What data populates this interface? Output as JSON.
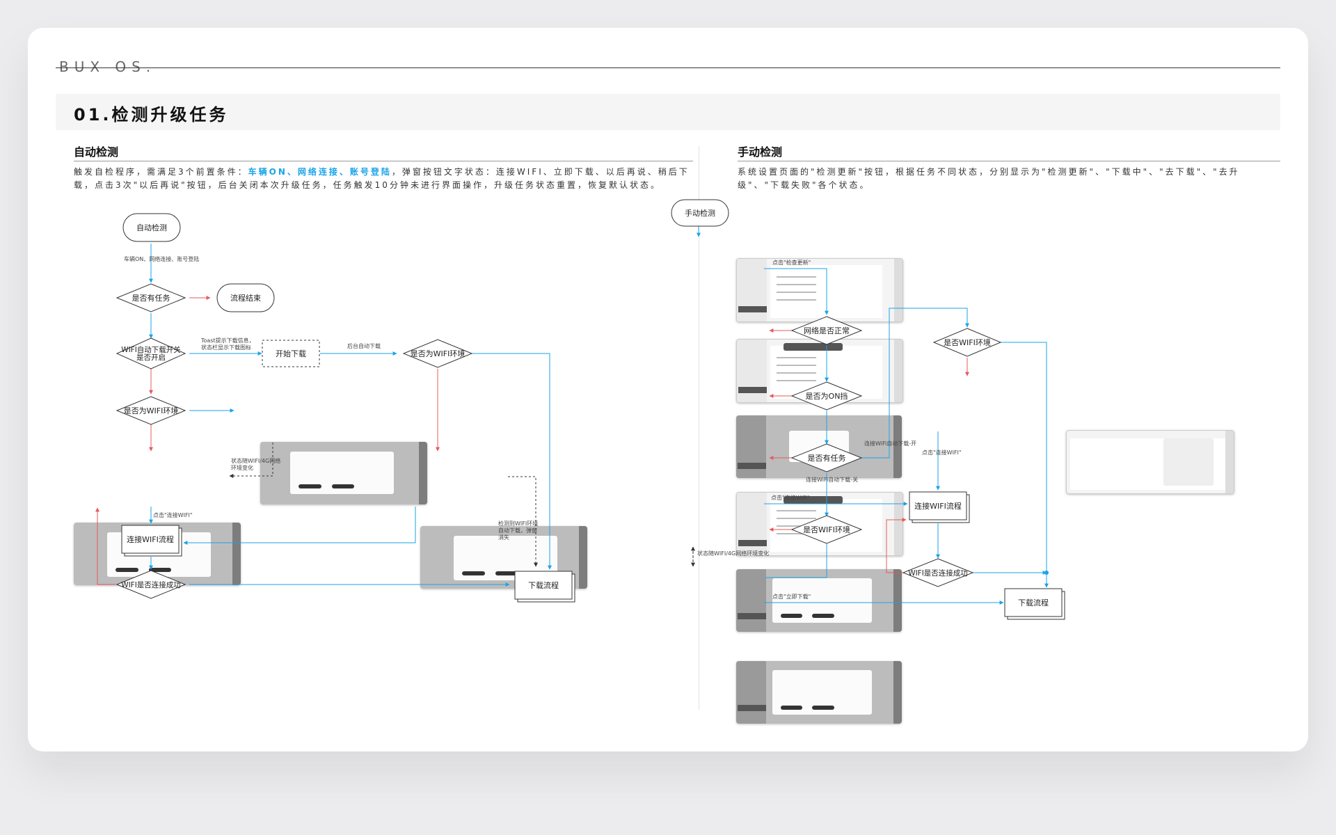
{
  "brand": "BUX OS.",
  "page_title": "01.检测升级任务",
  "left": {
    "heading": "自动检测",
    "desc_pre": "触发自检程序，需满足3个前置条件：",
    "desc_hl": "车辆ON、网络连接、账号登陆",
    "desc_post": "，弹窗按钮文字状态：连接WIFI、立即下载、以后再说、稍后下载，点击3次\"以后再说\"按钮，后台关闭本次升级任务，任务触发10分钟未进行界面操作，升级任务状态重置，恢复默认状态。",
    "nodes": {
      "start": "自动检测",
      "has_task": "是否有任务",
      "end": "流程结束",
      "wifi_auto_1": "WIFI自动下载开关",
      "wifi_auto_2": "是否开启",
      "start_download": "开始下载",
      "is_wifi_top": "是否为WIFI环境",
      "is_wifi_mid": "是否为WIFI环境",
      "connect_wifi": "连接WIFI流程",
      "wifi_success": "WIFI是否连接成功",
      "download_flow": "下载流程"
    },
    "labels": {
      "conditions": "车辆ON、网络连接、账号登陆",
      "toast_1": "Toast提示下载信息，",
      "toast_2": "状态栏显示下载图标",
      "bg_auto": "后台自动下载",
      "state_change_1": "状态随WIFI/4G网络",
      "state_change_2": "环境变化",
      "click_connect": "点击\"连接WIFI\"",
      "detect_1": "检测到WIFI环境",
      "detect_2": "自动下载，弹窗",
      "detect_3": "消失"
    }
  },
  "right": {
    "heading": "手动检测",
    "desc": "系统设置页面的\"检测更新\"按钮，根据任务不同状态，分别显示为\"检测更新\"、\"下载中\"、\"去下载\"、\"去升级\"、\"下载失败\"各个状态。",
    "nodes": {
      "start": "手动检测",
      "net_ok": "网络是否正常",
      "is_on": "是否为ON挡",
      "has_task": "是否有任务",
      "is_wifi": "是否WIFI环境",
      "is_wifi_right": "是否WIFI环境",
      "connect_wifi": "连接WIFI流程",
      "wifi_success": "WIFI是否连接成功",
      "download_flow": "下载流程"
    },
    "labels": {
      "click_check": "点击\"检查更新\"",
      "wifi_auto_on": "连接WiFi自动下载-开",
      "wifi_auto_off": "连接WiFi自动下载-关",
      "click_connect_wifi": "点击\"连接WIFI\"",
      "click_connect_wifi_2": "点击\"连接WiFi\"",
      "state_change": "状态随WIFI/4G网络环境变化",
      "click_download_now": "点击\"立即下载\""
    }
  },
  "colors": {
    "blue": "#1aa3e8",
    "red": "#e8595b",
    "dark": "#333333"
  }
}
